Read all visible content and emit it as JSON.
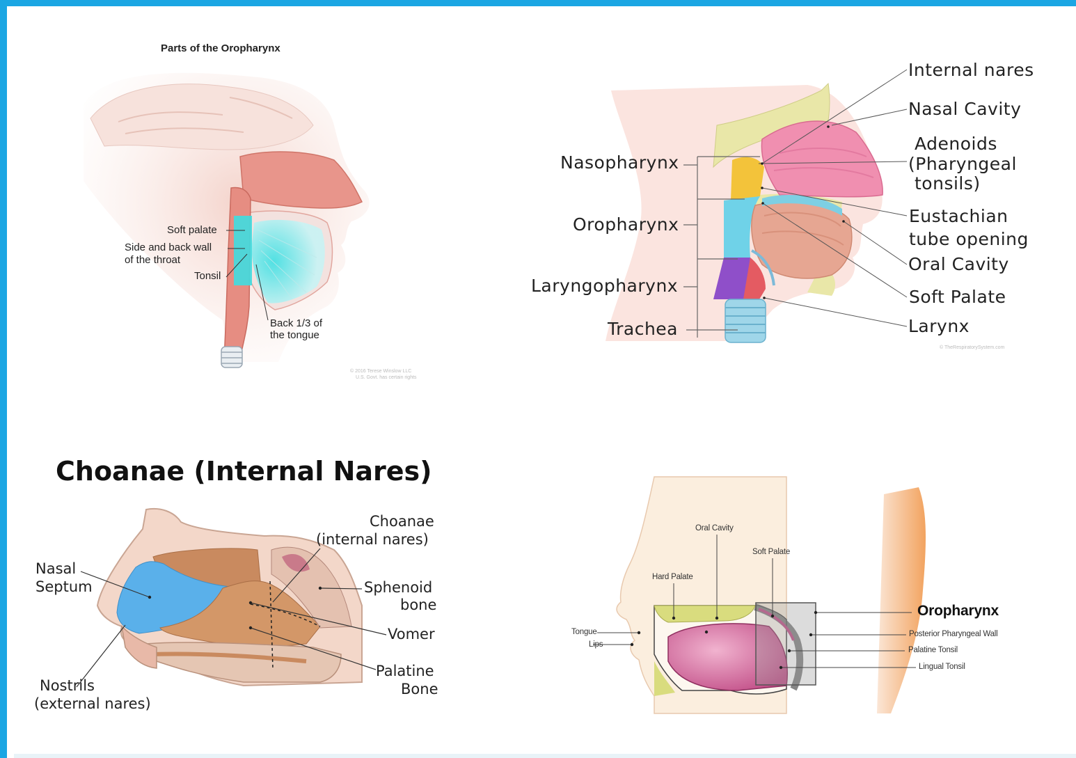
{
  "panel_top_left": {
    "title": "Parts of the Oropharynx",
    "labels": {
      "soft_palate": "Soft palate",
      "side_back_wall_1": "Side and back wall",
      "side_back_wall_2": "of the throat",
      "tonsil": "Tonsil",
      "back_tongue_1": "Back 1/3 of",
      "back_tongue_2": "the tongue"
    },
    "credit_1": "© 2016 Terese Winslow LLC",
    "credit_2": "U.S. Govt. has certain rights",
    "colors": {
      "highlight": "#45dde0",
      "tissue": "#e0877d",
      "skin": "#f6ddd6"
    }
  },
  "panel_top_right": {
    "labels": {
      "internal_nares": "Internal nares",
      "nasal_cavity": "Nasal Cavity",
      "adenoids_1": "Adenoids",
      "adenoids_2": "(Pharyngeal",
      "adenoids_3": "tonsils)",
      "eustachian_1": "Eustachian",
      "eustachian_2": "tube opening",
      "oral_cavity": "Oral Cavity",
      "soft_palate": "Soft Palate",
      "larynx": "Larynx",
      "nasopharynx": "Nasopharynx",
      "oropharynx": "Oropharynx",
      "laryngopharynx": "Laryngopharynx",
      "trachea": "Trachea"
    },
    "credit": "© TheRespiratorySystem.com",
    "colors": {
      "nasopharynx": "#f3c33a",
      "oropharynx": "#6fd2e8",
      "laryngopharynx": "#8f4fc9",
      "nasal": "#f08fb0",
      "bone": "#e9e7a8"
    }
  },
  "panel_bottom_left": {
    "title": "Choanae (Internal Nares)",
    "labels": {
      "choanae_1": "Choanae",
      "choanae_2": "(internal nares)",
      "nasal_septum_1": "Nasal",
      "nasal_septum_2": "Septum",
      "sphenoid_1": "Sphenoid",
      "sphenoid_2": "bone",
      "vomer": "Vomer",
      "palatine_1": "Palatine",
      "palatine_2": "Bone",
      "nostrils_1": "Nostrils",
      "nostrils_2": "(external nares)"
    },
    "colors": {
      "septum": "#5ab0ea",
      "bone": "#cf946b"
    }
  },
  "panel_bottom_right": {
    "labels": {
      "oral_cavity": "Oral Cavity",
      "soft_palate": "Soft Palate",
      "hard_palate": "Hard Palate",
      "tongue": "Tongue",
      "lips": "Lips",
      "oropharynx": "Oropharynx",
      "posterior_wall": "Posterior Pharyngeal Wall",
      "palatine_tonsil": "Palatine Tonsil",
      "lingual_tonsil": "Lingual Tonsil"
    },
    "colors": {
      "skin": "#f2a35f",
      "tongue": "#d05a92",
      "palate": "#d9dc7e",
      "box": "#9a9a9a"
    }
  }
}
